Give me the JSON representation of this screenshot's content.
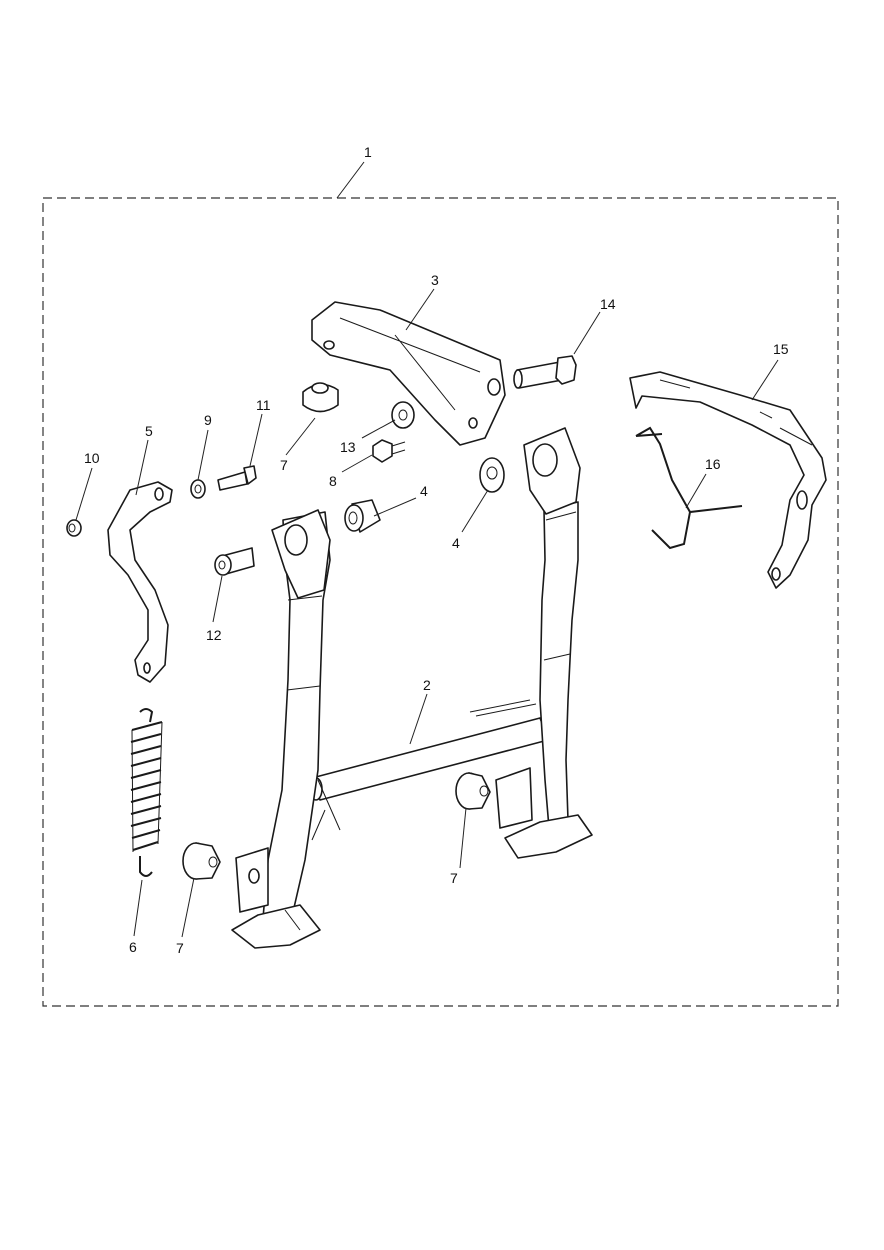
{
  "diagram": {
    "callouts": [
      {
        "id": "c1",
        "text": "1"
      },
      {
        "id": "c2",
        "text": "2"
      },
      {
        "id": "c3",
        "text": "3"
      },
      {
        "id": "c4a",
        "text": "4"
      },
      {
        "id": "c4b",
        "text": "4"
      },
      {
        "id": "c5",
        "text": "5"
      },
      {
        "id": "c6",
        "text": "6"
      },
      {
        "id": "c7a",
        "text": "7"
      },
      {
        "id": "c7b",
        "text": "7"
      },
      {
        "id": "c7c",
        "text": "7"
      },
      {
        "id": "c8",
        "text": "8"
      },
      {
        "id": "c9",
        "text": "9"
      },
      {
        "id": "c10",
        "text": "10"
      },
      {
        "id": "c11",
        "text": "11"
      },
      {
        "id": "c12",
        "text": "12"
      },
      {
        "id": "c13",
        "text": "13"
      },
      {
        "id": "c14",
        "text": "14"
      },
      {
        "id": "c15",
        "text": "15"
      },
      {
        "id": "c16",
        "text": "16"
      }
    ]
  }
}
